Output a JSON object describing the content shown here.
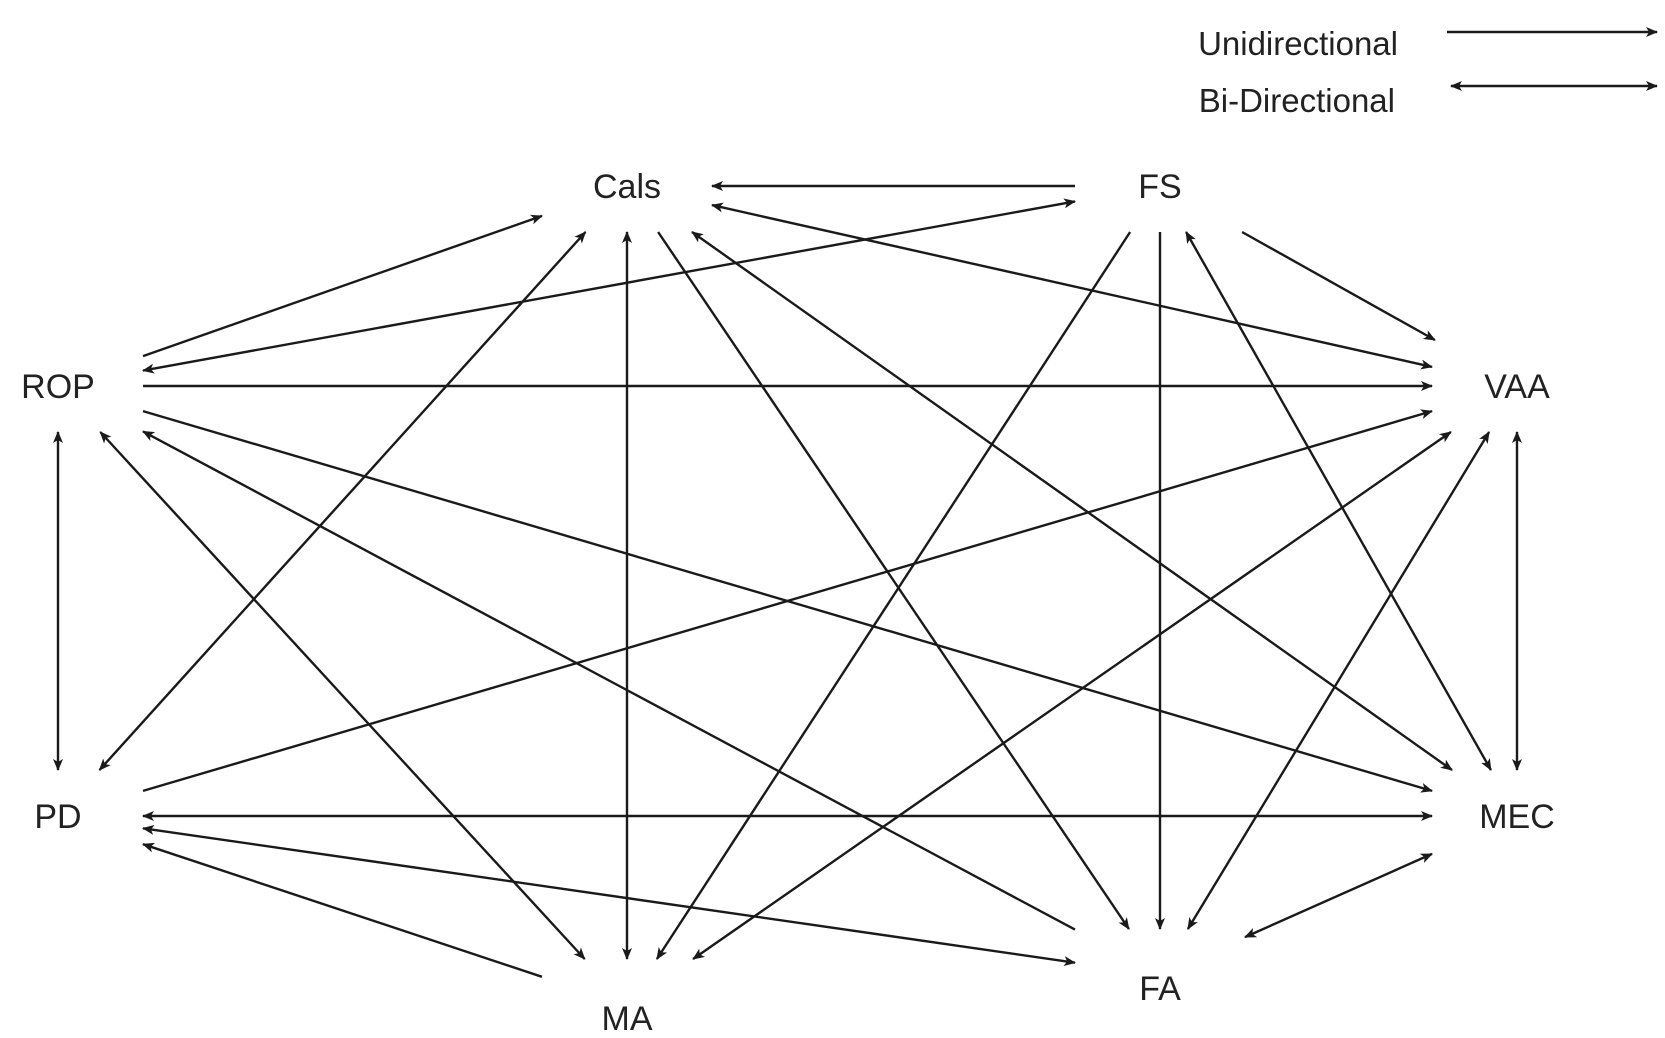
{
  "diagram": {
    "nodes": [
      {
        "id": "cals",
        "label": "Cals"
      },
      {
        "id": "fs",
        "label": "FS"
      },
      {
        "id": "rop",
        "label": "ROP"
      },
      {
        "id": "vaa",
        "label": "VAA"
      },
      {
        "id": "pd",
        "label": "PD"
      },
      {
        "id": "mec",
        "label": "MEC"
      },
      {
        "id": "ma",
        "label": "MA"
      },
      {
        "id": "fa",
        "label": "FA"
      }
    ],
    "edges": [
      {
        "from": "fs",
        "to": "cals",
        "type": "unidirectional"
      },
      {
        "from": "rop",
        "to": "cals",
        "type": "unidirectional"
      },
      {
        "from": "cals",
        "to": "vaa",
        "type": "bidirectional"
      },
      {
        "from": "cals",
        "to": "pd",
        "type": "bidirectional"
      },
      {
        "from": "cals",
        "to": "ma",
        "type": "bidirectional"
      },
      {
        "from": "cals",
        "to": "fa",
        "type": "unidirectional"
      },
      {
        "from": "cals",
        "to": "mec",
        "type": "bidirectional"
      },
      {
        "from": "fs",
        "to": "rop",
        "type": "bidirectional"
      },
      {
        "from": "fs",
        "to": "vaa",
        "type": "unidirectional"
      },
      {
        "from": "fs",
        "to": "ma",
        "type": "unidirectional"
      },
      {
        "from": "fs",
        "to": "fa",
        "type": "unidirectional"
      },
      {
        "from": "fs",
        "to": "mec",
        "type": "bidirectional"
      },
      {
        "from": "rop",
        "to": "vaa",
        "type": "unidirectional"
      },
      {
        "from": "rop",
        "to": "pd",
        "type": "bidirectional"
      },
      {
        "from": "rop",
        "to": "ma",
        "type": "bidirectional"
      },
      {
        "from": "rop",
        "to": "mec",
        "type": "unidirectional"
      },
      {
        "from": "fa",
        "to": "rop",
        "type": "unidirectional"
      },
      {
        "from": "pd",
        "to": "vaa",
        "type": "unidirectional"
      },
      {
        "from": "vaa",
        "to": "ma",
        "type": "bidirectional"
      },
      {
        "from": "vaa",
        "to": "fa",
        "type": "bidirectional"
      },
      {
        "from": "vaa",
        "to": "mec",
        "type": "bidirectional"
      },
      {
        "from": "pd",
        "to": "mec",
        "type": "bidirectional"
      },
      {
        "from": "pd",
        "to": "fa",
        "type": "bidirectional"
      },
      {
        "from": "ma",
        "to": "pd",
        "type": "unidirectional"
      },
      {
        "from": "mec",
        "to": "fa",
        "type": "bidirectional"
      }
    ]
  },
  "legend": {
    "unidirectional": "Unidirectional",
    "bidirectional": "Bi-Directional"
  },
  "colors": {
    "edge": "#1a1a1a",
    "text": "#222222",
    "background": "#ffffff"
  }
}
